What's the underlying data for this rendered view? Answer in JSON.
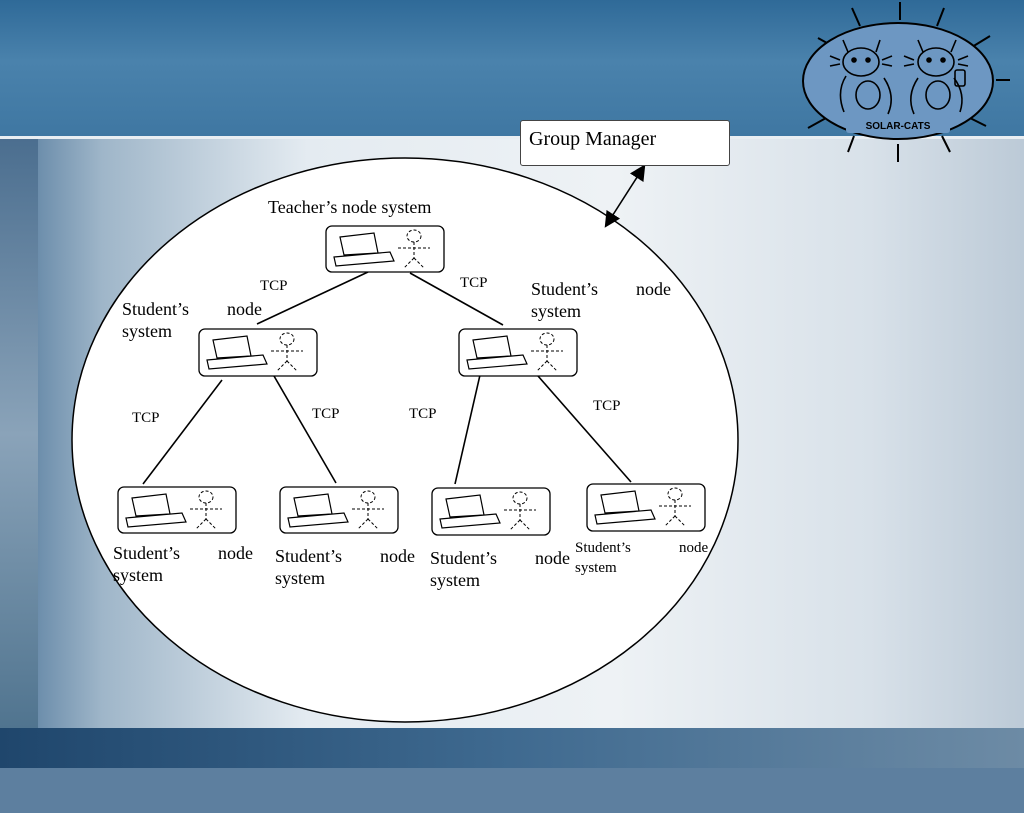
{
  "slide": {
    "group_manager_label": "Group Manager",
    "teacher_label": "Teacher’s node system",
    "protocol_label": "TCP",
    "logo_text": "SOLAR-CATS"
  },
  "nodes": {
    "student_left_line1": "Student’s  node",
    "student_left_line2": "system",
    "student_right_line1": "Student’s  node",
    "student_right_line2": "system",
    "leaf1_line1": "Student’s  node",
    "leaf1_line2": "system",
    "leaf2_line1": "Student’s  node",
    "leaf2_line2": "system",
    "leaf3_line1": "Student’s  node",
    "leaf3_line2": "system",
    "leaf4_line1": "Student’s",
    "leaf4_word2": "node",
    "leaf4_line2": "system"
  },
  "colors": {
    "header": "#3f77a2",
    "line": "#000000",
    "box_fill": "#ffffff"
  }
}
